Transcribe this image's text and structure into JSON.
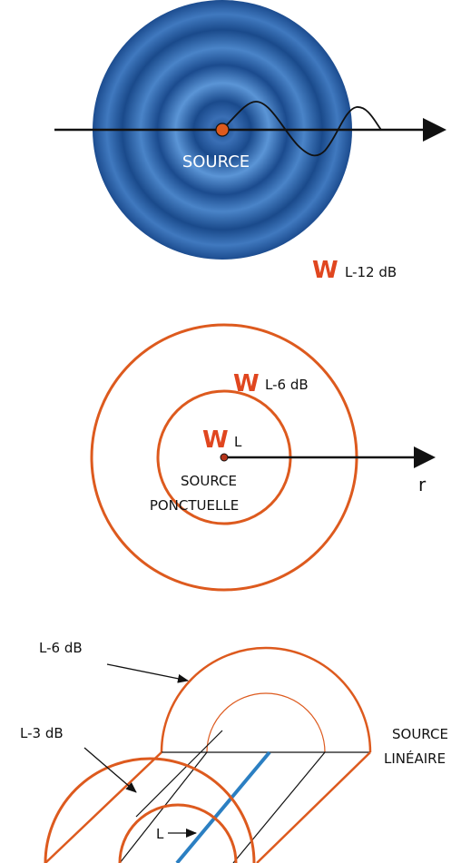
{
  "colors": {
    "orange": "#dd5a1e",
    "w_red": "#e0461f",
    "blue_dark": "#1d4f92",
    "blue_light": "#5b95d6",
    "line_blue": "#2b7fc2",
    "black": "#111111"
  },
  "diagram1": {
    "source_label": "SOURCE"
  },
  "diagram2": {
    "w_symbol": "W",
    "outer_level": "L-12 dB",
    "middle_level": "L-6 dB",
    "inner_level": "L",
    "source_line1": "SOURCE",
    "source_line2": "PONCTUELLE",
    "axis_label": "r"
  },
  "diagram3": {
    "outer_level": "L-6 dB",
    "middle_level": "L-3 dB",
    "inner_level": "L",
    "source_line1": "SOURCE",
    "source_line2": "LINÉAIRE"
  }
}
